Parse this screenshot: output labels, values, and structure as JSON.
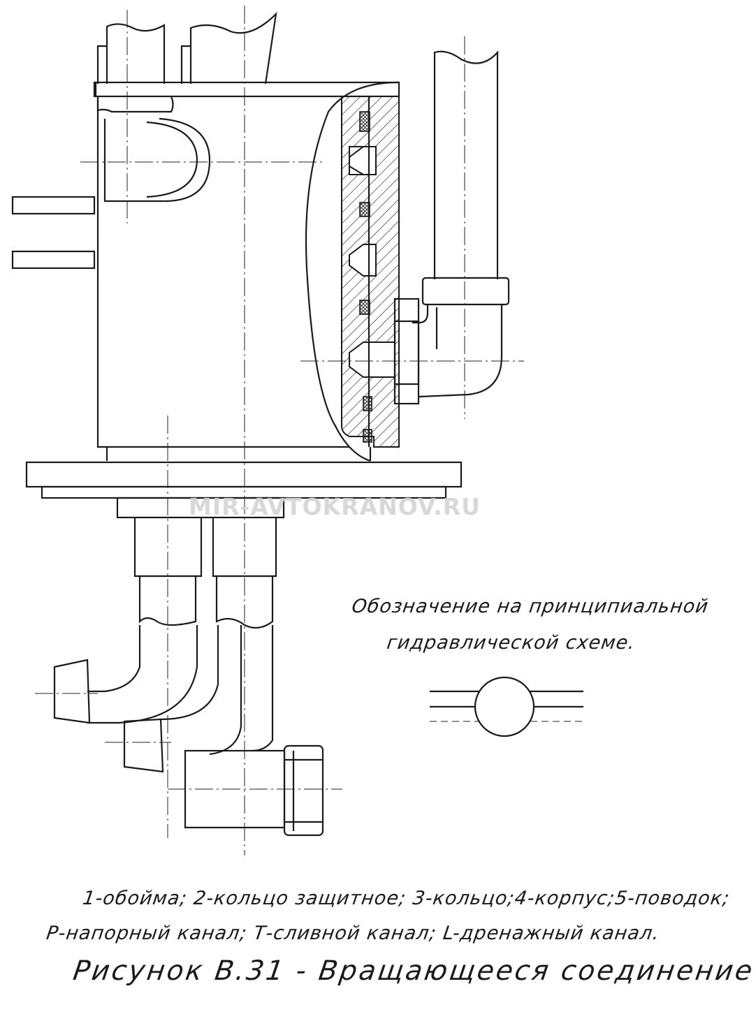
{
  "watermark": "MIR-AVTOKRANOV.RU",
  "legend": {
    "line1": "Обозначение на принципиальной",
    "line2": "гидравлической схеме."
  },
  "caption": {
    "line1": "1-обойма; 2-кольцо защитное; 3-кольцо;4-корпус;5-поводок;",
    "line2": "Р-напорный канал; Т-сливной канал; L-дренажный канал."
  },
  "figure_title": "Рисунок В.31  -  Вращающееся соединение"
}
